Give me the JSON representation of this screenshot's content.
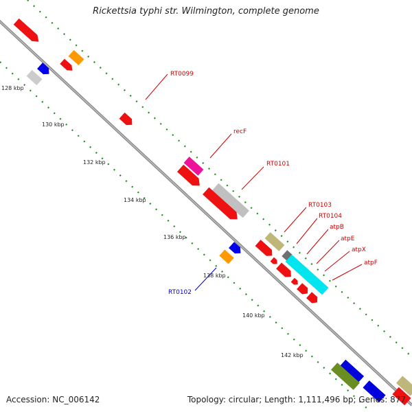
{
  "title": "Rickettsia typhi str. Wilmington, complete genome",
  "footer": {
    "accession": "Accession: NC_006142",
    "summary": "Topology: circular; Length: 1,111,496 bp; Genes: 877"
  },
  "colors": {
    "backbone": "#8c8c8c",
    "tick": "#1b8a1b",
    "forward_label": "#cc0000",
    "reverse_label": "#0000cc"
  },
  "scale_labels": [
    "128 kbp",
    "130 kbp",
    "132 kbp",
    "134 kbp",
    "136 kbp",
    "138 kbp",
    "140 kbp",
    "142 kbp"
  ],
  "gene_labels": [
    "RT0099",
    "recF",
    "RT0101",
    "RT0103",
    "RT0104",
    "atpB",
    "atpE",
    "atpX",
    "atpF",
    "RT0102"
  ]
}
